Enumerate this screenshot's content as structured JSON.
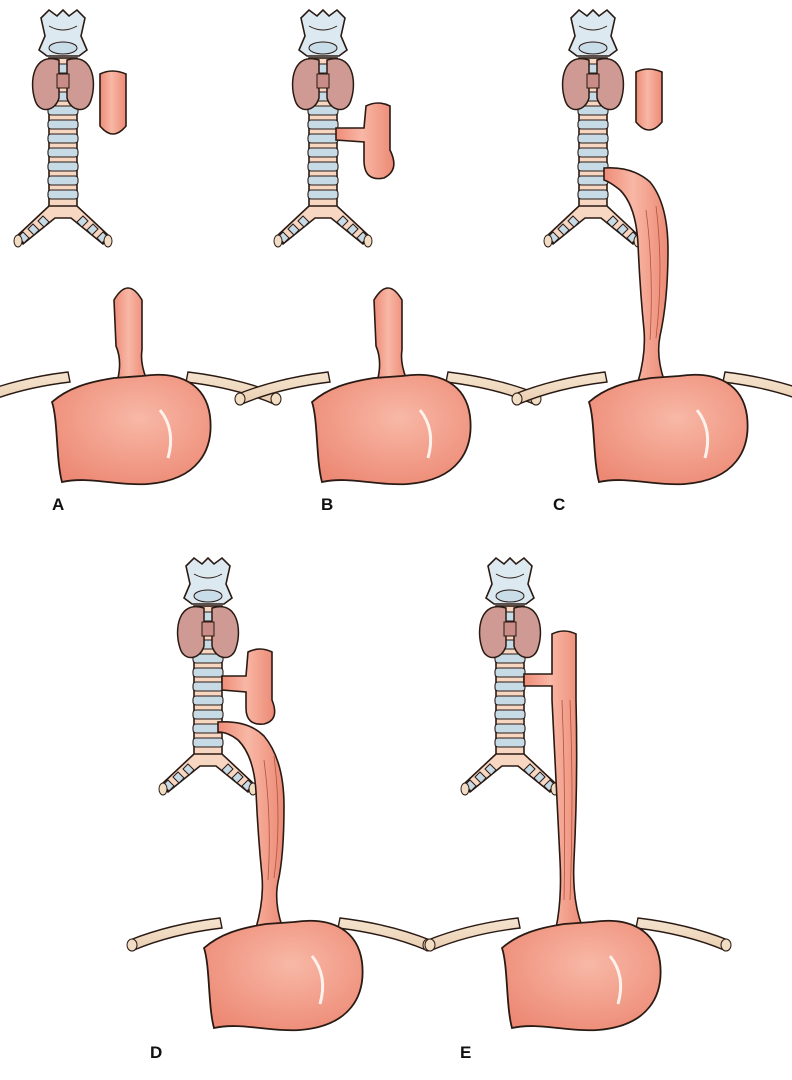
{
  "figure": {
    "panels": [
      {
        "id": "A",
        "label": "A",
        "variant": "upper-pouch-no-fistula"
      },
      {
        "id": "B",
        "label": "B",
        "variant": "proximal-fistula"
      },
      {
        "id": "C",
        "label": "C",
        "variant": "distal-fistula"
      },
      {
        "id": "D",
        "label": "D",
        "variant": "double-fistula"
      },
      {
        "id": "E",
        "label": "E",
        "variant": "h-type-fistula"
      }
    ]
  },
  "colors": {
    "esophagus_fill": "#f2a08c",
    "esophagus_highlight": "#fbd2c4",
    "thyroid": "#cf9a94",
    "cartilage": "#c7dbe6",
    "trachea_tissue": "#f7d6c2",
    "diaphragm": "#f1dcc4",
    "outline": "#2a1a14"
  }
}
